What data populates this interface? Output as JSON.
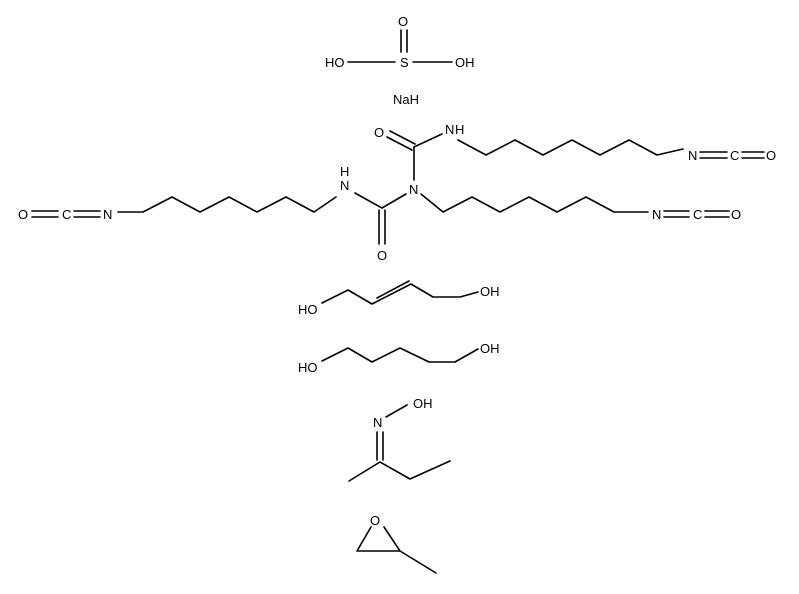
{
  "molecules": {
    "sulfurous_acid": {
      "atom_o_top": "O",
      "atom_s": "S",
      "atom_ho_left": "HO",
      "atom_oh_right": "OH"
    },
    "sodium_hydride": {
      "label": "NaH"
    },
    "biuret_triisocyanate": {
      "atom_nh_top": "N",
      "atom_h_top": "H",
      "atom_o_top_carbonyl": "O",
      "atom_n_top_isocyanate": "N",
      "atom_c_top_isocyanate": "C",
      "atom_o_top_isocyanate": "O",
      "atom_o_left_isocyanate": "O",
      "atom_c_left_isocyanate": "C",
      "atom_n_left_isocyanate": "N",
      "atom_nh_left": "N",
      "atom_h_left": "H",
      "atom_n_central": "N",
      "atom_o_bottom_carbonyl": "O",
      "atom_n_right_isocyanate": "N",
      "atom_c_right_isocyanate": "C",
      "atom_o_right_isocyanate": "O"
    },
    "butenediol": {
      "atom_ho": "HO",
      "atom_oh": "OH"
    },
    "butanediol": {
      "atom_ho": "HO",
      "atom_oh": "OH"
    },
    "butanone_oxime": {
      "atom_oh": "OH",
      "atom_n": "N"
    },
    "propylene_oxide": {
      "atom_o": "O"
    }
  }
}
